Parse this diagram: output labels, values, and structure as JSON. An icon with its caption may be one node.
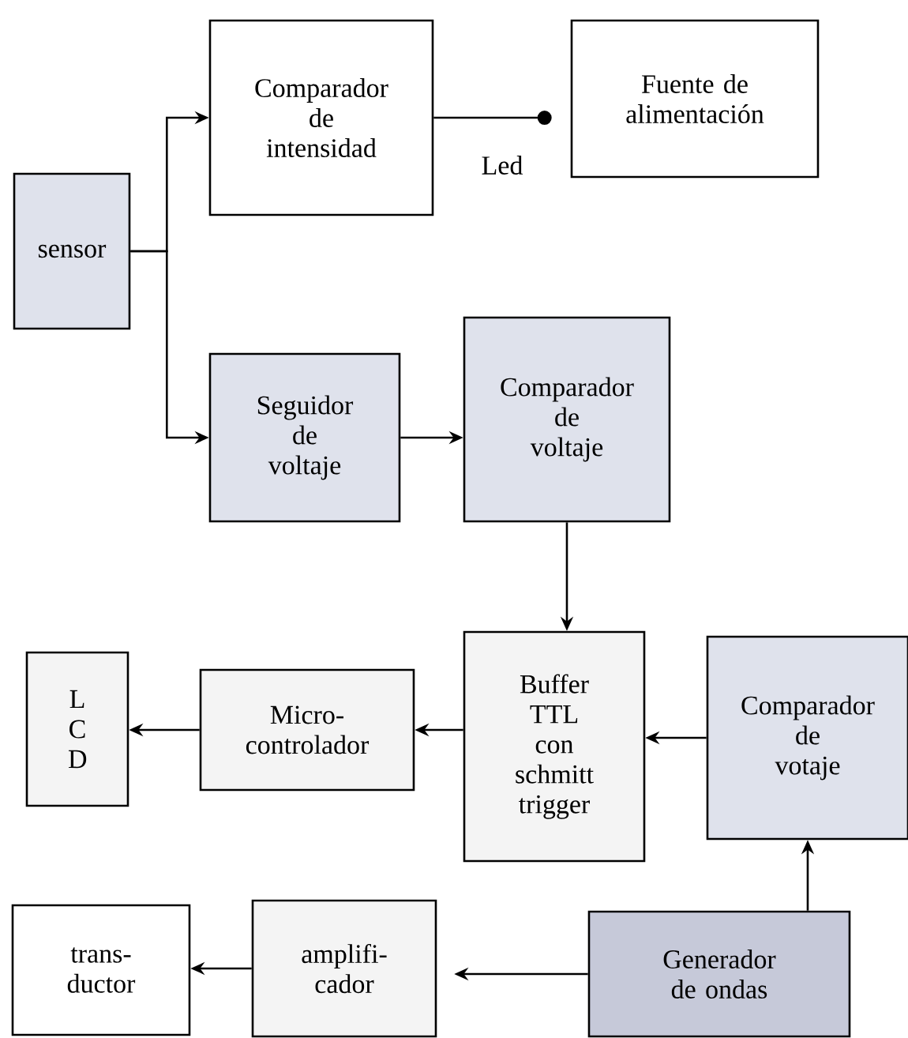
{
  "diagram": {
    "nodes": [
      {
        "text": [
          "sensor"
        ]
      },
      {
        "text": [
          "Comparador de intensidad"
        ]
      },
      {
        "text": [
          "Fuente de alimentación"
        ]
      },
      {
        "text": [
          "Seguidor de voltaje"
        ]
      },
      {
        "text": [
          "Comparador de voltaje"
        ]
      },
      {
        "text": [
          "L C D"
        ]
      },
      {
        "text": [
          "Micro- controlador"
        ]
      },
      {
        "text": [
          "Buffer TTL con schmitt trigger"
        ]
      },
      {
        "text": [
          "Comparador de votaje"
        ]
      },
      {
        "text": [
          "trans- ductor"
        ]
      },
      {
        "text": [
          "amplifi- cador"
        ]
      },
      {
        "text": [
          "Generador de ondas"
        ]
      }
    ],
    "edges": [
      {
        "from": 0,
        "to": 1,
        "arrow": "to"
      },
      {
        "from": 0,
        "to": 3,
        "arrow": "to"
      },
      {
        "from": 1,
        "to": 2,
        "arrow": "other",
        "label": "Led"
      },
      {
        "from": 3,
        "to": 4,
        "arrow": "to"
      },
      {
        "from": 4,
        "to": 7,
        "arrow": "to"
      },
      {
        "from": 7,
        "to": 6,
        "arrow": "to"
      },
      {
        "from": 6,
        "to": 5,
        "arrow": "to"
      },
      {
        "from": 8,
        "to": 7,
        "arrow": "to"
      },
      {
        "from": 11,
        "to": 8,
        "arrow": "to"
      },
      {
        "from": 11,
        "to": 10,
        "arrow": "to"
      },
      {
        "from": 10,
        "to": 9,
        "arrow": "to"
      }
    ]
  }
}
